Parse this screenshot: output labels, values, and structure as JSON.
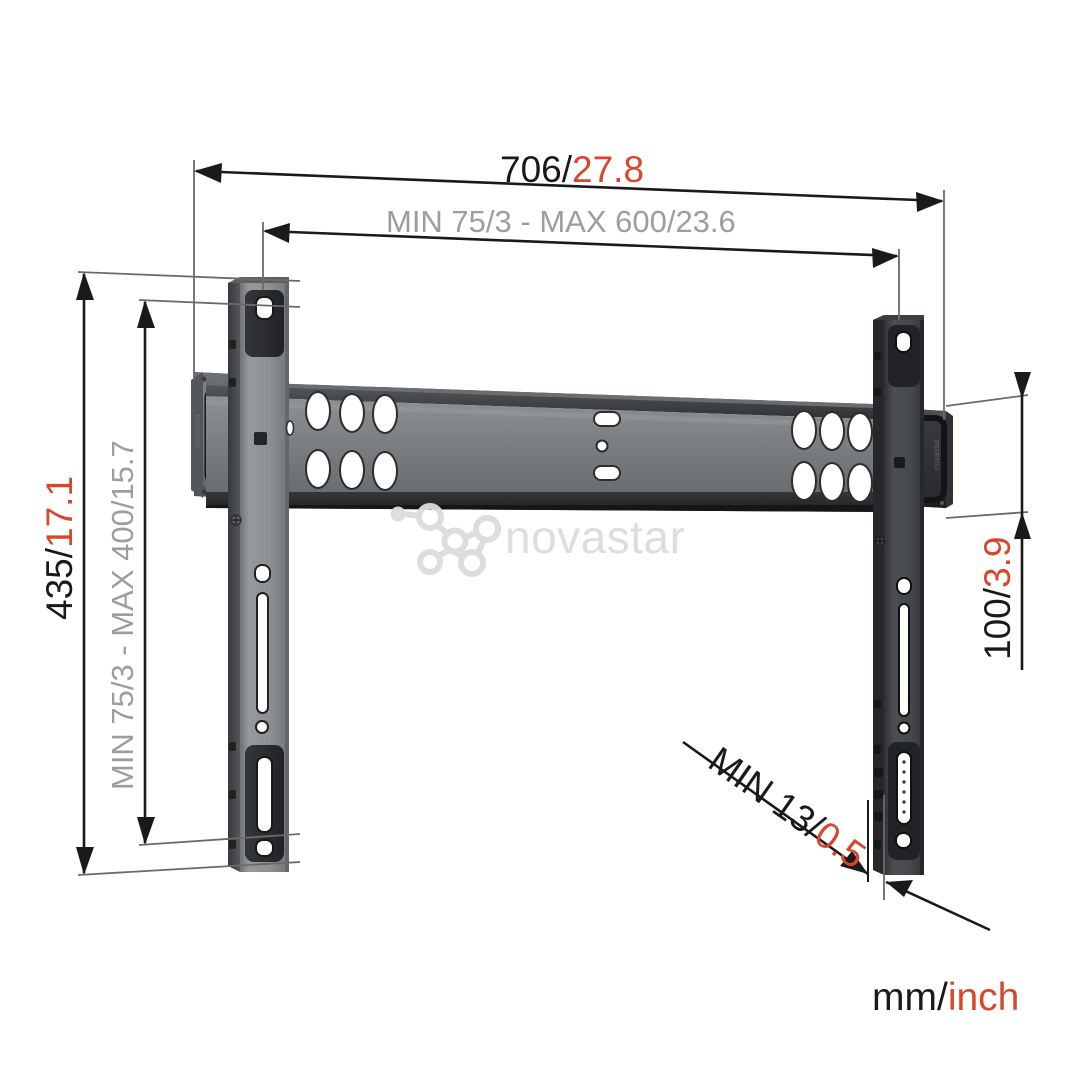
{
  "drawing": {
    "title": "TV wall mount technical dimension drawing",
    "product_brand": "novastar",
    "background_color": "#ffffff",
    "colors": {
      "metric": "#1a1a1a",
      "imperial": "#d9462a",
      "secondary": "#9d9d9d",
      "watermark": "#dcdcdc",
      "bracket_light": "#8b8e90",
      "bracket_dark": "#3b3d40"
    }
  },
  "dimensions": {
    "overall_width": {
      "metric": "706/",
      "imperial": "27.8",
      "label": "706/27.8",
      "orientation": "horizontal",
      "position": "top"
    },
    "vesa_horizontal": {
      "text": "MIN 75/3 - MAX 600/23.6",
      "orientation": "horizontal",
      "position": "top-inner"
    },
    "overall_height": {
      "metric": "435/",
      "imperial": "17.1",
      "label": "435/17.1",
      "orientation": "vertical",
      "position": "left-outer"
    },
    "vesa_vertical": {
      "text": "MIN 75/3 - MAX 400/15.7",
      "orientation": "vertical",
      "position": "left-inner"
    },
    "drop_distance": {
      "metric": "100/",
      "imperial": "3.9",
      "label": "100/3.9",
      "orientation": "vertical",
      "position": "right"
    },
    "wall_distance": {
      "metric": "MIN 13/",
      "imperial": "0.5",
      "label": "MIN 13/0.5",
      "orientation": "diagonal",
      "position": "bottom-right"
    }
  },
  "units_legend": {
    "metric": "mm/",
    "imperial": "inch",
    "full": "mm/inch"
  },
  "watermark": {
    "brand": "novastar",
    "icon": "molecule-node-logo"
  }
}
